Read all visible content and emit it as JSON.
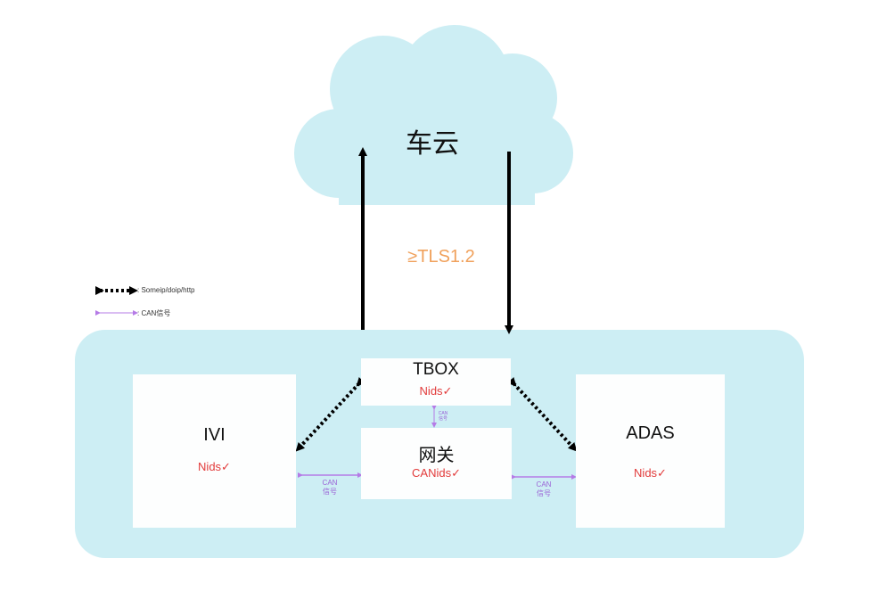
{
  "cloud": {
    "label": "车云"
  },
  "link": {
    "protocol": "≥TLS1.2"
  },
  "legend": {
    "solid_label": ": Someip/doip/http",
    "can_label": ": CAN信号"
  },
  "nodes": {
    "tbox": {
      "name": "TBOX",
      "status": "Nids✓"
    },
    "gateway": {
      "name": "网关",
      "status": "CANids✓"
    },
    "ivi": {
      "name": "IVI",
      "status": "Nids✓"
    },
    "adas": {
      "name": "ADAS",
      "status": "Nids✓"
    }
  },
  "can_links": {
    "tbox_gateway": {
      "line1": "CAN",
      "line2": "信号"
    },
    "ivi_gateway": {
      "line1": "CAN",
      "line2": "信号"
    },
    "gateway_adas": {
      "line1": "CAN",
      "line2": "信号"
    }
  },
  "colors": {
    "cloud": "#cdeef4",
    "vehicle": "#cdeef4",
    "box": "#fdfefe",
    "nids": "#e23b3b",
    "tls": "#f0a15c",
    "can": "#b57be6"
  }
}
